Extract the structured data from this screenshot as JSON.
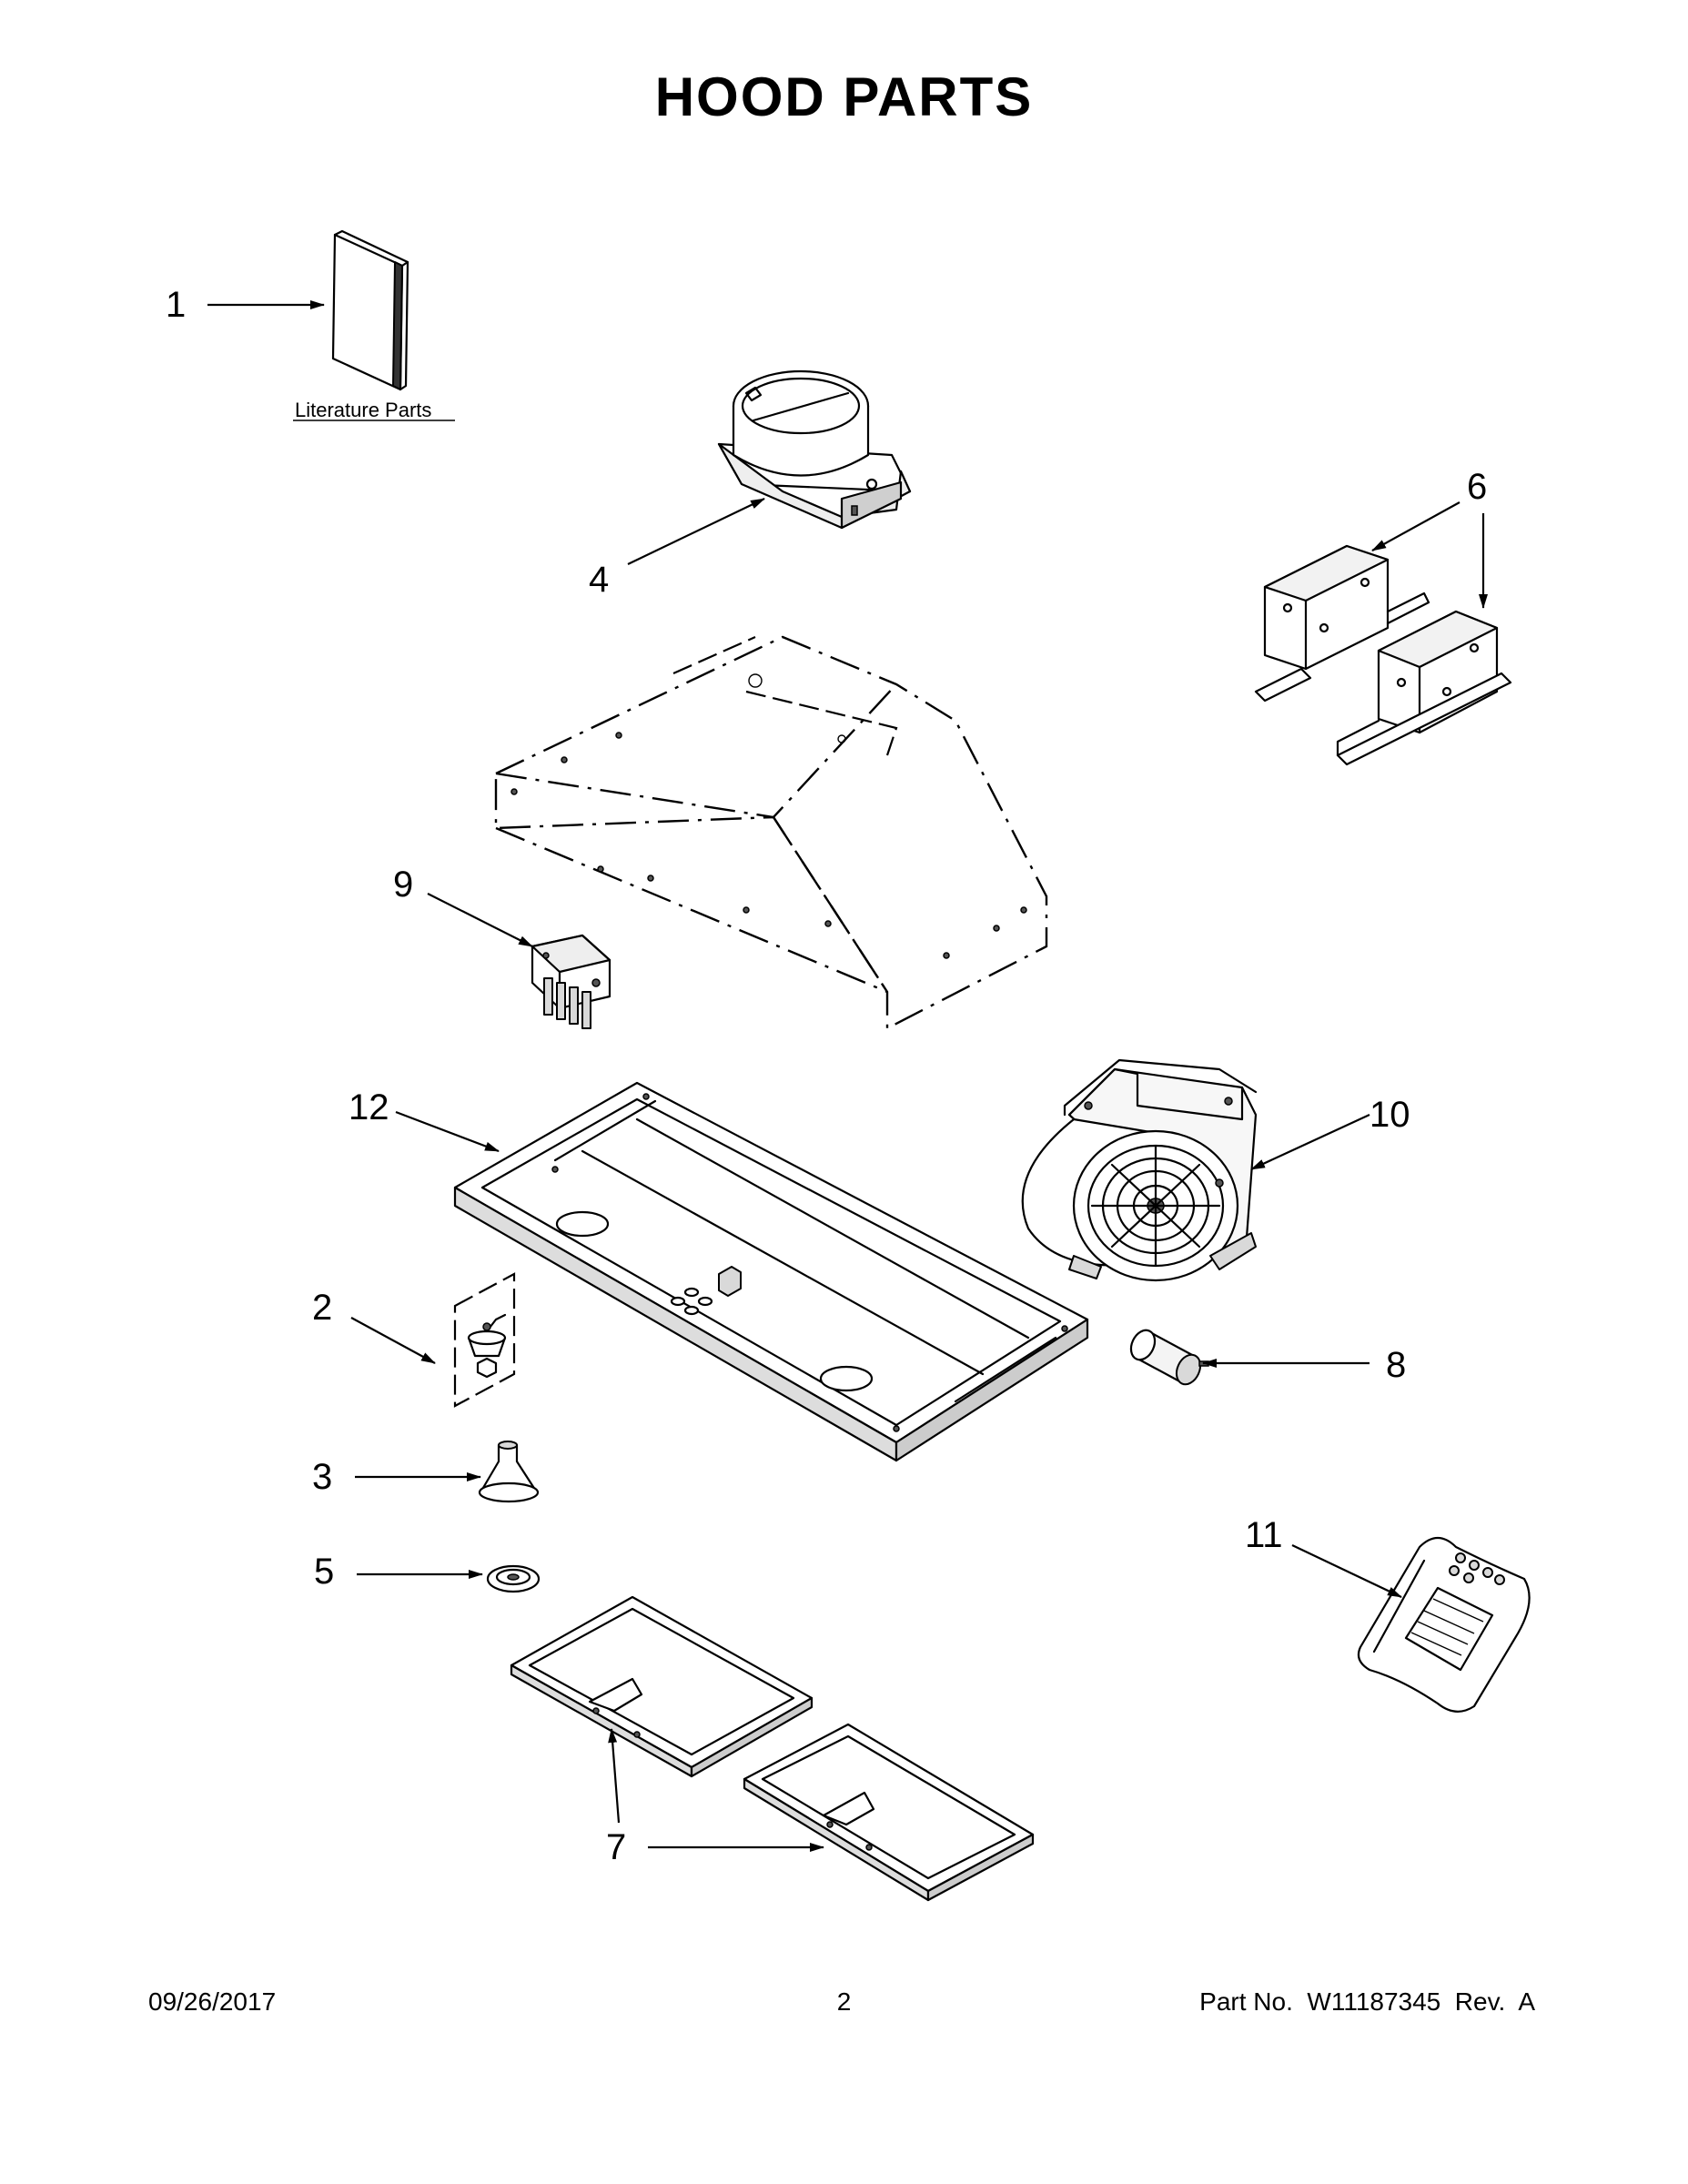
{
  "title": "HOOD PARTS",
  "literature_label": "Literature Parts",
  "callouts": {
    "c1": "1",
    "c2": "2",
    "c3": "3",
    "c4": "4",
    "c5": "5",
    "c6": "6",
    "c7": "7",
    "c8": "8",
    "c9": "9",
    "c10": "10",
    "c11": "11",
    "c12": "12"
  },
  "footer": {
    "date": "09/26/2017",
    "page": "2",
    "part": "Part No.  W11187345  Rev.  A"
  }
}
